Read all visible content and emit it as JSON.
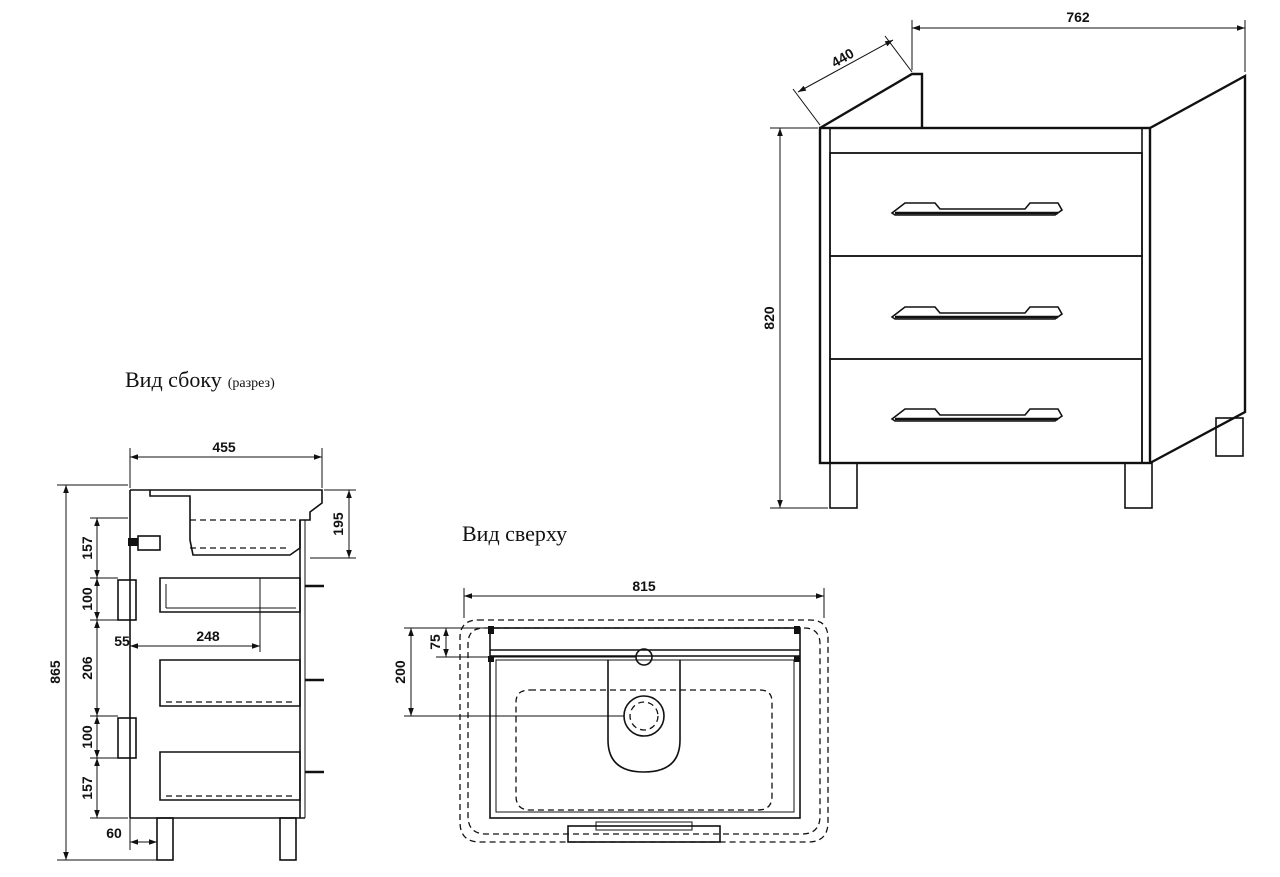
{
  "titles": {
    "side_view_main": "Вид сбоку",
    "side_view_sub": "(разрез)",
    "top_view": "Вид сверху"
  },
  "dimensions": {
    "iso_width": "762",
    "iso_depth": "440",
    "iso_height": "820",
    "side_width": "455",
    "side_total_height": "865",
    "side_sink_height": "195",
    "side_upper_gap": "157",
    "side_drawer_front_1": "100",
    "side_gap_55": "55",
    "side_drawer_depth": "248",
    "side_middle_gap": "206",
    "side_drawer_front_2": "100",
    "side_lower_gap": "157",
    "side_leg_offset": "60",
    "top_width": "815",
    "top_offset_75": "75",
    "top_offset_200": "200"
  },
  "colors": {
    "line": "#111111",
    "background": "#ffffff"
  }
}
